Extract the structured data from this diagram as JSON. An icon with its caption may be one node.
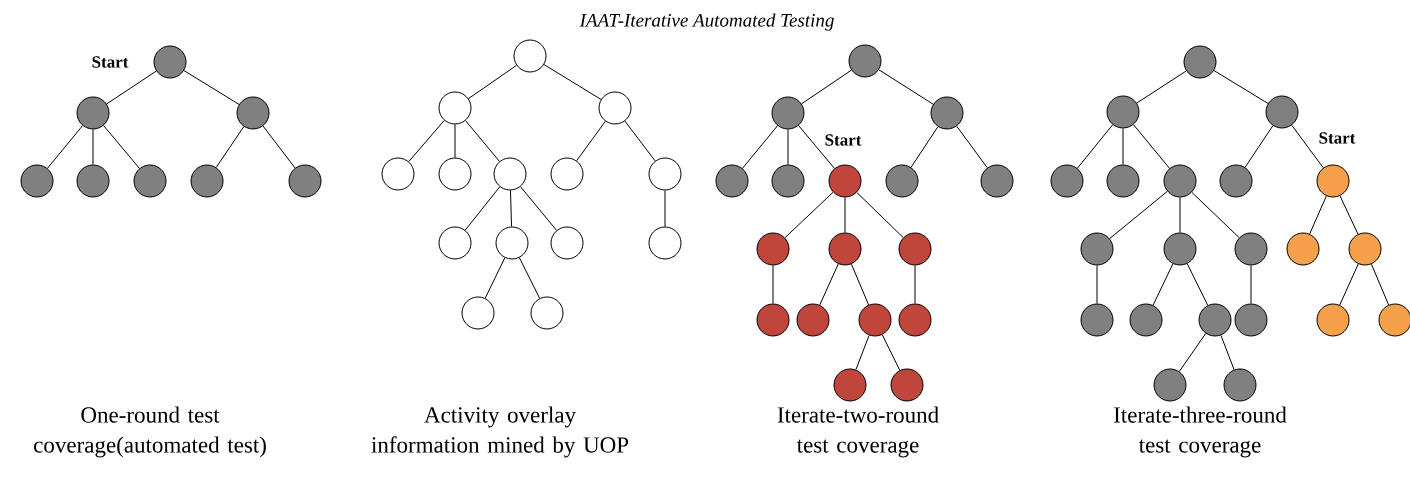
{
  "diagram": {
    "title": "IAAT-Iterative Automated Testing",
    "nodes": [
      {
        "text": [],
        "shape": "circle",
        "beside": [
          "Start"
        ]
      },
      {
        "text": [],
        "shape": "circle"
      },
      {
        "text": [],
        "shape": "circle"
      },
      {
        "text": [],
        "shape": "circle"
      },
      {
        "text": [],
        "shape": "circle"
      },
      {
        "text": [],
        "shape": "circle"
      },
      {
        "text": [],
        "shape": "circle"
      },
      {
        "text": [],
        "shape": "circle"
      },
      {
        "text": [],
        "shape": "circle"
      },
      {
        "text": [],
        "shape": "circle"
      },
      {
        "text": [],
        "shape": "circle"
      },
      {
        "text": [],
        "shape": "circle"
      },
      {
        "text": [],
        "shape": "circle"
      },
      {
        "text": [],
        "shape": "circle"
      },
      {
        "text": [],
        "shape": "circle"
      },
      {
        "text": [],
        "shape": "circle"
      },
      {
        "text": [],
        "shape": "circle"
      },
      {
        "text": [],
        "shape": "circle"
      },
      {
        "text": [],
        "shape": "circle"
      },
      {
        "text": [],
        "shape": "circle"
      },
      {
        "text": [],
        "shape": "circle"
      },
      {
        "text": [],
        "shape": "circle"
      },
      {
        "text": [],
        "shape": "circle"
      },
      {
        "text": [],
        "shape": "circle"
      },
      {
        "text": [],
        "shape": "circle"
      },
      {
        "text": [],
        "shape": "circle"
      },
      {
        "text": [],
        "shape": "circle"
      },
      {
        "text": [],
        "shape": "circle",
        "beside": [
          "Start"
        ]
      },
      {
        "text": [],
        "shape": "circle"
      },
      {
        "text": [],
        "shape": "circle"
      },
      {
        "text": [],
        "shape": "circle"
      },
      {
        "text": [],
        "shape": "circle"
      },
      {
        "text": [],
        "shape": "circle"
      },
      {
        "text": [],
        "shape": "circle"
      },
      {
        "text": [],
        "shape": "circle"
      },
      {
        "text": [],
        "shape": "circle"
      },
      {
        "text": [],
        "shape": "circle"
      },
      {
        "text": [],
        "shape": "circle"
      },
      {
        "text": [],
        "shape": "circle"
      },
      {
        "text": [],
        "shape": "circle"
      },
      {
        "text": [],
        "shape": "circle"
      },
      {
        "text": [],
        "shape": "circle"
      },
      {
        "text": [],
        "shape": "circle"
      },
      {
        "text": [],
        "shape": "circle"
      },
      {
        "text": [],
        "shape": "circle"
      },
      {
        "text": [],
        "shape": "circle"
      },
      {
        "text": [],
        "shape": "circle",
        "beside": [
          "Start"
        ]
      },
      {
        "text": [],
        "shape": "circle"
      },
      {
        "text": [],
        "shape": "circle"
      },
      {
        "text": [],
        "shape": "circle"
      },
      {
        "text": [],
        "shape": "circle"
      },
      {
        "text": [],
        "shape": "circle"
      },
      {
        "text": [],
        "shape": "circle"
      },
      {
        "text": [],
        "shape": "circle"
      },
      {
        "text": [],
        "shape": "circle"
      },
      {
        "text": [],
        "shape": "circle"
      },
      {
        "text": [],
        "shape": "circle"
      },
      {
        "text": [],
        "shape": "circle"
      },
      {
        "text": [],
        "shape": "circle"
      },
      {
        "text": [],
        "shape": "circle"
      }
    ],
    "edges": [
      {
        "from": 0,
        "to": 1,
        "arrow": "none"
      },
      {
        "from": 0,
        "to": 2,
        "arrow": "none"
      },
      {
        "from": 1,
        "to": 3,
        "arrow": "none"
      },
      {
        "from": 1,
        "to": 4,
        "arrow": "none"
      },
      {
        "from": 1,
        "to": 5,
        "arrow": "none"
      },
      {
        "from": 2,
        "to": 6,
        "arrow": "none"
      },
      {
        "from": 2,
        "to": 7,
        "arrow": "none"
      },
      {
        "from": 8,
        "to": 9,
        "arrow": "none"
      },
      {
        "from": 8,
        "to": 10,
        "arrow": "none"
      },
      {
        "from": 9,
        "to": 11,
        "arrow": "none"
      },
      {
        "from": 9,
        "to": 12,
        "arrow": "none"
      },
      {
        "from": 9,
        "to": 13,
        "arrow": "none"
      },
      {
        "from": 10,
        "to": 14,
        "arrow": "none"
      },
      {
        "from": 10,
        "to": 15,
        "arrow": "none"
      },
      {
        "from": 13,
        "to": 16,
        "arrow": "none"
      },
      {
        "from": 13,
        "to": 17,
        "arrow": "none"
      },
      {
        "from": 13,
        "to": 18,
        "arrow": "none"
      },
      {
        "from": 15,
        "to": 19,
        "arrow": "none"
      },
      {
        "from": 17,
        "to": 20,
        "arrow": "none"
      },
      {
        "from": 17,
        "to": 21,
        "arrow": "none"
      },
      {
        "from": 22,
        "to": 23,
        "arrow": "none"
      },
      {
        "from": 22,
        "to": 24,
        "arrow": "none"
      },
      {
        "from": 23,
        "to": 25,
        "arrow": "none"
      },
      {
        "from": 23,
        "to": 26,
        "arrow": "none"
      },
      {
        "from": 23,
        "to": 27,
        "arrow": "none"
      },
      {
        "from": 24,
        "to": 28,
        "arrow": "none"
      },
      {
        "from": 24,
        "to": 29,
        "arrow": "none"
      },
      {
        "from": 27,
        "to": 30,
        "arrow": "none"
      },
      {
        "from": 27,
        "to": 31,
        "arrow": "none"
      },
      {
        "from": 27,
        "to": 32,
        "arrow": "none"
      },
      {
        "from": 30,
        "to": 33,
        "arrow": "none"
      },
      {
        "from": 31,
        "to": 34,
        "arrow": "none"
      },
      {
        "from": 31,
        "to": 35,
        "arrow": "none"
      },
      {
        "from": 32,
        "to": 36,
        "arrow": "none"
      },
      {
        "from": 35,
        "to": 37,
        "arrow": "none"
      },
      {
        "from": 35,
        "to": 38,
        "arrow": "none"
      },
      {
        "from": 39,
        "to": 40,
        "arrow": "none"
      },
      {
        "from": 39,
        "to": 41,
        "arrow": "none"
      },
      {
        "from": 40,
        "to": 42,
        "arrow": "none"
      },
      {
        "from": 40,
        "to": 43,
        "arrow": "none"
      },
      {
        "from": 40,
        "to": 44,
        "arrow": "none"
      },
      {
        "from": 41,
        "to": 45,
        "arrow": "none"
      },
      {
        "from": 41,
        "to": 46,
        "arrow": "none"
      },
      {
        "from": 44,
        "to": 47,
        "arrow": "none"
      },
      {
        "from": 44,
        "to": 48,
        "arrow": "none"
      },
      {
        "from": 44,
        "to": 49,
        "arrow": "none"
      },
      {
        "from": 47,
        "to": 52,
        "arrow": "none"
      },
      {
        "from": 48,
        "to": 53,
        "arrow": "none"
      },
      {
        "from": 48,
        "to": 54,
        "arrow": "none"
      },
      {
        "from": 49,
        "to": 55,
        "arrow": "none"
      },
      {
        "from": 54,
        "to": 58,
        "arrow": "none"
      },
      {
        "from": 54,
        "to": 59,
        "arrow": "none"
      },
      {
        "from": 46,
        "to": 50,
        "arrow": "none"
      },
      {
        "from": 46,
        "to": 51,
        "arrow": "none"
      },
      {
        "from": 51,
        "to": 56,
        "arrow": "none"
      },
      {
        "from": 51,
        "to": 57,
        "arrow": "none"
      }
    ],
    "labels": [
      "One-round test coverage(automated test)",
      "Activity overlay information mined by UOP",
      "Iterate-two-round test coverage",
      "Iterate-three-round test coverage"
    ]
  }
}
